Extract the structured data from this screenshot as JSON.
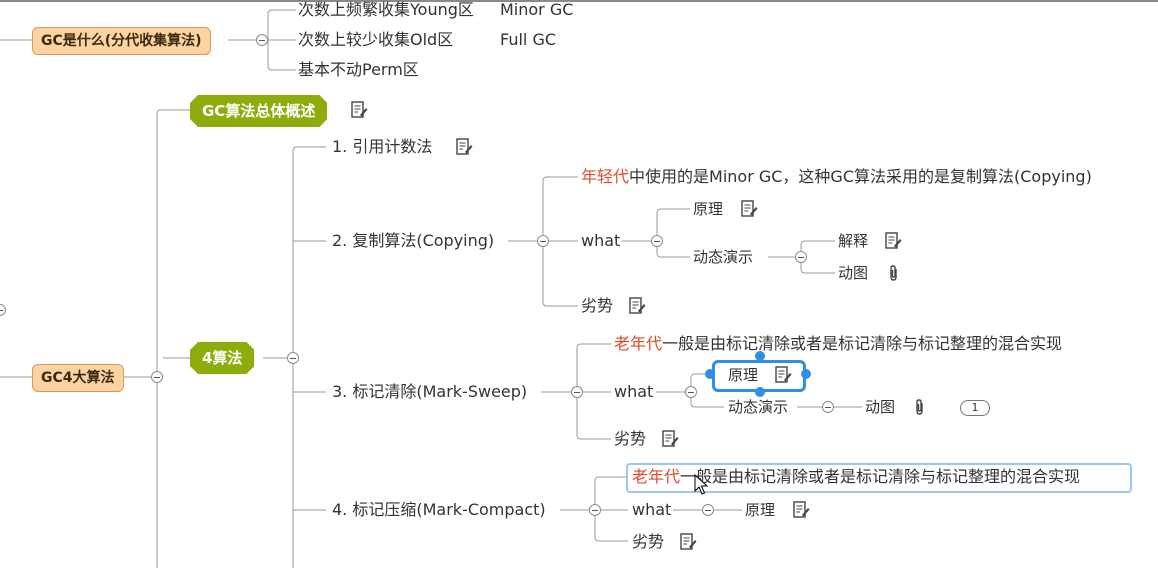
{
  "colors": {
    "orange_node": "#fcd3a1",
    "green_node": "#8dad0d",
    "highlight_red": "#e04a2a",
    "selection_blue": "#2e8ee8"
  },
  "topics": {
    "gc_what": "GC是什么(分代收集算法)",
    "gc_what_children": [
      "次数上频繁收集Young区",
      "次数上较少收集Old区",
      "基本不动Perm区"
    ],
    "gc_what_notes": [
      "Minor GC",
      "Full GC"
    ],
    "overview": "GC算法总体概述",
    "four_algos_root": "GC4大算法",
    "four_algos": "4算法"
  },
  "algorithms": {
    "a1": "1. 引用计数法",
    "a2": "2. 复制算法(Copying)",
    "a3": "3. 标记清除(Mark-Sweep)",
    "a4": "4. 标记压缩(Mark-Compact)"
  },
  "copying": {
    "desc_red": "年轻代",
    "desc_rest": "中使用的是Minor GC，这种GC算法采用的是复制算法(Copying)",
    "what": "what",
    "principle": "原理",
    "demo": "动态演示",
    "explain": "解释",
    "anim": "动图",
    "weakness": "劣势"
  },
  "sweep": {
    "desc_red": "老年代",
    "desc_rest": "一般是由标记清除或者是标记清除与标记整理的混合实现",
    "what": "what",
    "principle": "原理",
    "demo": "动态演示",
    "anim": "动图",
    "badge": "1",
    "weakness": "劣势"
  },
  "compact": {
    "desc_red": "老年代",
    "desc_rest": "一般是由标记清除或者是标记清除与标记整理的混合实现",
    "what": "what",
    "principle": "原理",
    "weakness": "劣势"
  },
  "icons": [
    "note-icon",
    "attachment-icon",
    "collapse-toggle-icon",
    "mouse-cursor-icon"
  ]
}
